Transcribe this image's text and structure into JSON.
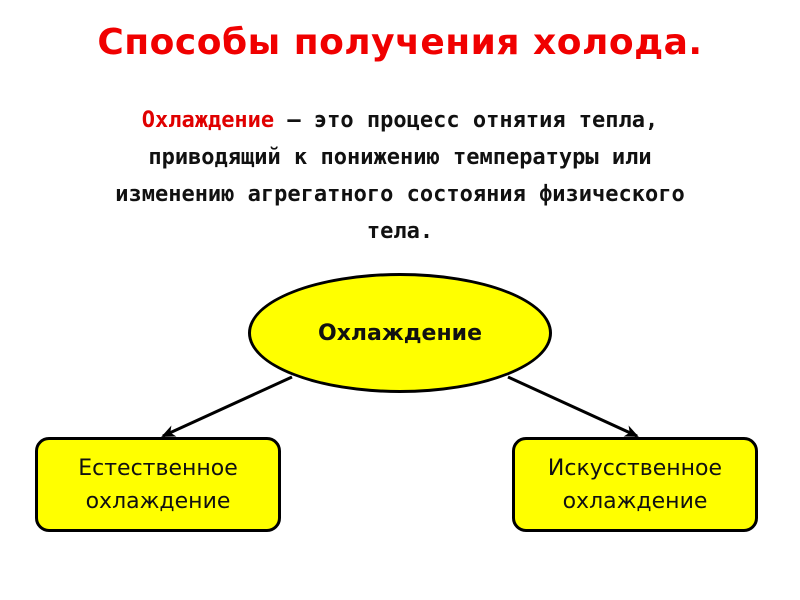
{
  "title": "Способы получения холода.",
  "definition": {
    "term": "Охлаждение",
    "line1_rest": " – это процесс отнятия тепла,",
    "line2": "приводящий к понижению температуры или",
    "line3": "изменению агрегатного состояния физического",
    "line4": "тела."
  },
  "diagram": {
    "root": {
      "label": "Охлаждение"
    },
    "children": [
      {
        "line1": "Естественное",
        "line2": "охлаждение"
      },
      {
        "line1": "Искусственное",
        "line2": "охлаждение"
      }
    ],
    "colors": {
      "node_fill": "#ffff00",
      "border": "#000000",
      "title": "#f00000",
      "term": "#e00000"
    }
  }
}
